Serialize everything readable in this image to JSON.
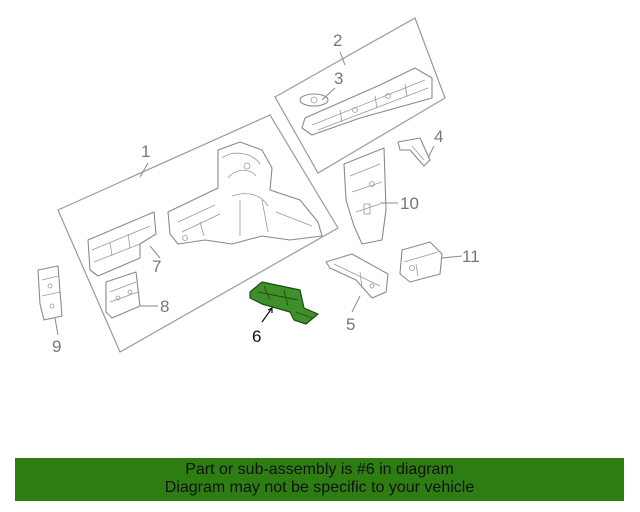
{
  "diagram": {
    "callouts": [
      "1",
      "2",
      "3",
      "4",
      "5",
      "6",
      "7",
      "8",
      "9",
      "10",
      "11"
    ],
    "highlight_color": "#3f8f2a",
    "highlighted_part": "6"
  },
  "banner": {
    "line1": "Part or sub-assembly is #6 in diagram",
    "line2": "Diagram may not be specific to your vehicle",
    "background": "#2e7d12"
  }
}
